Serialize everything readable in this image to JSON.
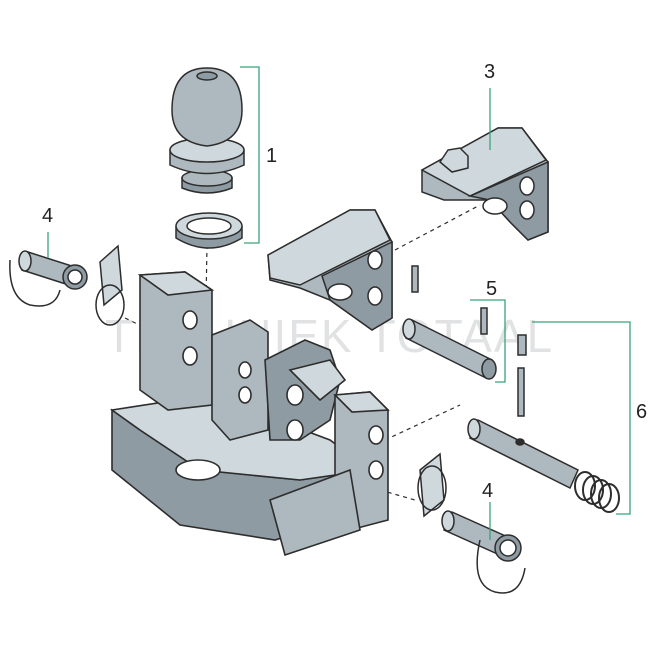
{
  "colors": {
    "part_fill": "#aeb9bf",
    "part_light": "#cfd8dc",
    "part_dark": "#8e9ba2",
    "outline": "#2d2d2d",
    "leader": "#3aa37a",
    "white": "#ffffff"
  },
  "watermark": "TECHNIEK TOTAAL",
  "callouts": {
    "c1": "1",
    "c3": "3",
    "c4a": "4",
    "c5": "5",
    "c6": "6",
    "c4b": "4"
  }
}
